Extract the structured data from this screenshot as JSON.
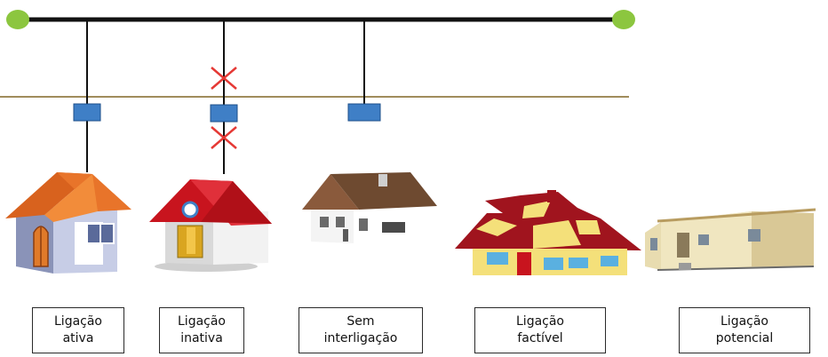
{
  "labels": [
    {
      "line1": "Ligação",
      "line2": "ativa"
    },
    {
      "line1": "Ligação",
      "line2": "inativa"
    },
    {
      "line1": "Sem",
      "line2": "interligação"
    },
    {
      "line1": "Ligação",
      "line2": "factível"
    },
    {
      "line1": "Ligação",
      "line2": "potencial"
    }
  ],
  "colors": {
    "main_line": "#111111",
    "end_node": "#8cc63f",
    "secondary_line": "#a08c5c",
    "connector_box": "#3f7fc6",
    "cut_mark": "#e53935"
  },
  "icons": [
    "house-active-icon",
    "house-inactive-icon",
    "house-unconnected-icon",
    "house-feasible-icon",
    "house-potential-icon"
  ]
}
